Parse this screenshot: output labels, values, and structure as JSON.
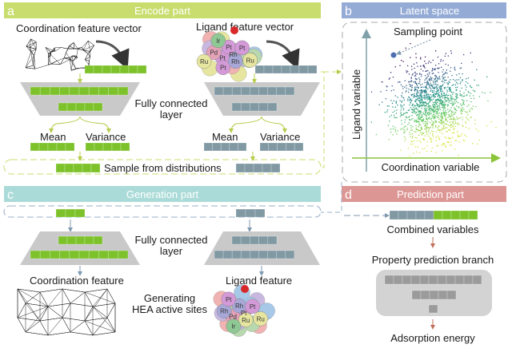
{
  "colors": {
    "encode": "#c8dd6e",
    "latent": "#94abd6",
    "generation": "#abdbd8",
    "prediction": "#dc9694",
    "green": "#7dc22b",
    "slate": "#8099a3",
    "trap": "#c9c9c9"
  },
  "encode": {
    "letter": "a",
    "title": "Encode part",
    "coord_vector": "Coordination feature vector",
    "ligand_vector": "Ligand feature vector",
    "fc_line1": "Fully connected",
    "fc_line2": "layer",
    "mean": "Mean",
    "variance": "Variance",
    "mean2": "Mean",
    "variance2": "Variance",
    "sample": "Sample from distributions"
  },
  "latent": {
    "letter": "b",
    "title": "Latent space",
    "sampling": "Sampling point",
    "ylabel": "Ligand variable",
    "xlabel": "Coordination variable"
  },
  "generation": {
    "letter": "c",
    "title": "Generation part",
    "fc_line1": "Fully connected",
    "fc_line2": "layer",
    "coord_feature": "Coordination feature",
    "ligand_feature": "Ligand feature",
    "gen_line1": "Generating",
    "gen_line2": "HEA active sites"
  },
  "prediction": {
    "letter": "d",
    "title": "Prediction part",
    "combined": "Combined variables",
    "branch": "Property prediction branch",
    "output": "Adsorption energy"
  },
  "atoms_top": [
    "Rh",
    "Pt",
    "Pt",
    "Rh",
    "Pd",
    "Pt",
    "Pt",
    "Ir",
    "Ru",
    "Ru"
  ],
  "atoms_bottom": [
    "Pt",
    "Pd",
    "Rh",
    "Ru",
    "Rh",
    "Pt",
    "Ir",
    "Pt",
    "Ru"
  ]
}
